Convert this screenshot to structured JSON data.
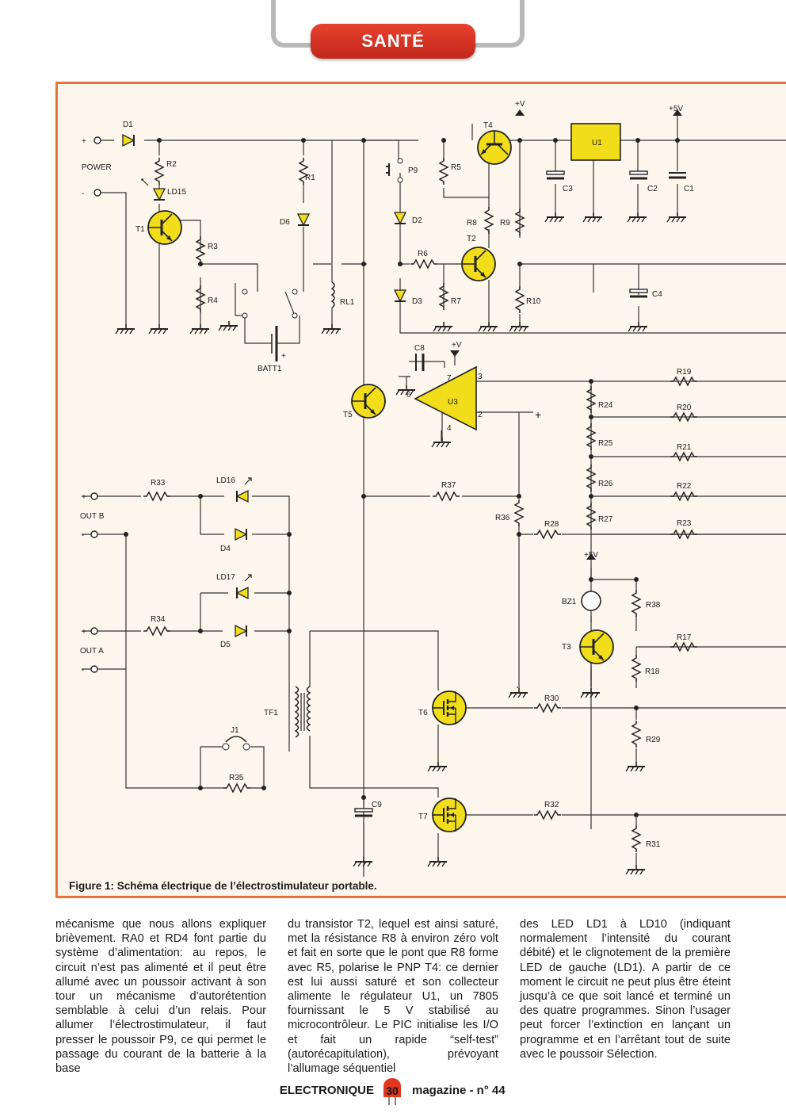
{
  "header": {
    "section": "SANTÉ"
  },
  "figure": {
    "caption": "Figure 1: Schéma électrique de l’électrostimulateur portable.",
    "labels": {
      "plus": "+",
      "minus": "-",
      "power": "POWER",
      "out_b": "OUT B",
      "out_a": "OUT A",
      "batt1": "BATT1",
      "vplus": "+V",
      "v5": "+5V",
      "u1": "U1",
      "u3": "U3",
      "tf1": "TF1",
      "j1": "J1",
      "bz1": "BZ1",
      "rl1": "RL1",
      "p9": "P9",
      "pin7": "7",
      "pin6": "6",
      "pin4": "4",
      "pin3": "3",
      "pin2": "2",
      "transistors": {
        "t1": "T1",
        "t2": "T2",
        "t3": "T3",
        "t4": "T4",
        "t5": "T5",
        "t6": "T6",
        "t7": "T7"
      },
      "diodes": {
        "d1": "D1",
        "d2": "D2",
        "d3": "D3",
        "d4": "D4",
        "d5": "D5",
        "d6": "D6",
        "ld15": "LD15",
        "ld16": "LD16",
        "ld17": "LD17"
      },
      "capacitors": {
        "c1": "C1",
        "c2": "C2",
        "c3": "C3",
        "c4": "C4",
        "c8": "C8",
        "c9": "C9"
      },
      "resistors": {
        "r1": "R1",
        "r2": "R2",
        "r3": "R3",
        "r4": "R4",
        "r5": "R5",
        "r6": "R6",
        "r7": "R7",
        "r8": "R8",
        "r9": "R9",
        "r10": "R10",
        "r17": "R17",
        "r18": "R18",
        "r19": "R19",
        "r20": "R20",
        "r21": "R21",
        "r22": "R22",
        "r23": "R23",
        "r24": "R24",
        "r25": "R25",
        "r26": "R26",
        "r27": "R27",
        "r28": "R28",
        "r29": "R29",
        "r30": "R30",
        "r31": "R31",
        "r32": "R32",
        "r33": "R33",
        "r34": "R34",
        "r35": "R35",
        "r36": "R36",
        "r37": "R37",
        "r38": "R38"
      }
    }
  },
  "article": {
    "col1": "mécanisme que nous allons expliquer brièvement. RA0 et RD4 font partie du système d’alimentation: au repos, le circuit n’est pas alimenté et il peut être allumé avec un poussoir activant à son tour un mécanisme d’autorétention semblable à celui d’un relais. Pour allumer l’électrostimulateur, il faut presser le poussoir P9, ce qui permet le passage du courant de la batterie à la base",
    "col2": "du transistor T2, lequel est ainsi saturé, met la résistance R8 à environ zéro volt et fait en sorte que le pont que R8 forme avec R5, polarise le PNP T4: ce dernier est lui aussi saturé et son collecteur alimente le régulateur U1, un 7805 fournissant le 5 V stabilisé au microcontrôleur. Le PIC initialise les I/O et fait un rapide “self-test” (autorécapitulation), prévoyant l’allumage séquentiel",
    "col3": "des LED LD1 à LD10 (indiquant normalement l’intensité du courant débité) et le clignotement de la première LED de gauche (LD1). A partir de ce moment le circuit ne peut plus être éteint jusqu’à ce que soit lancé et terminé un des quatre programmes. Sinon l’usager peut forcer l’extinction en lançant un programme et en l’arrêtant tout de suite avec le poussoir Sélection."
  },
  "footer": {
    "magazine": "ELECTRONIQUE",
    "page": "30",
    "issue": "magazine - n° 44"
  }
}
